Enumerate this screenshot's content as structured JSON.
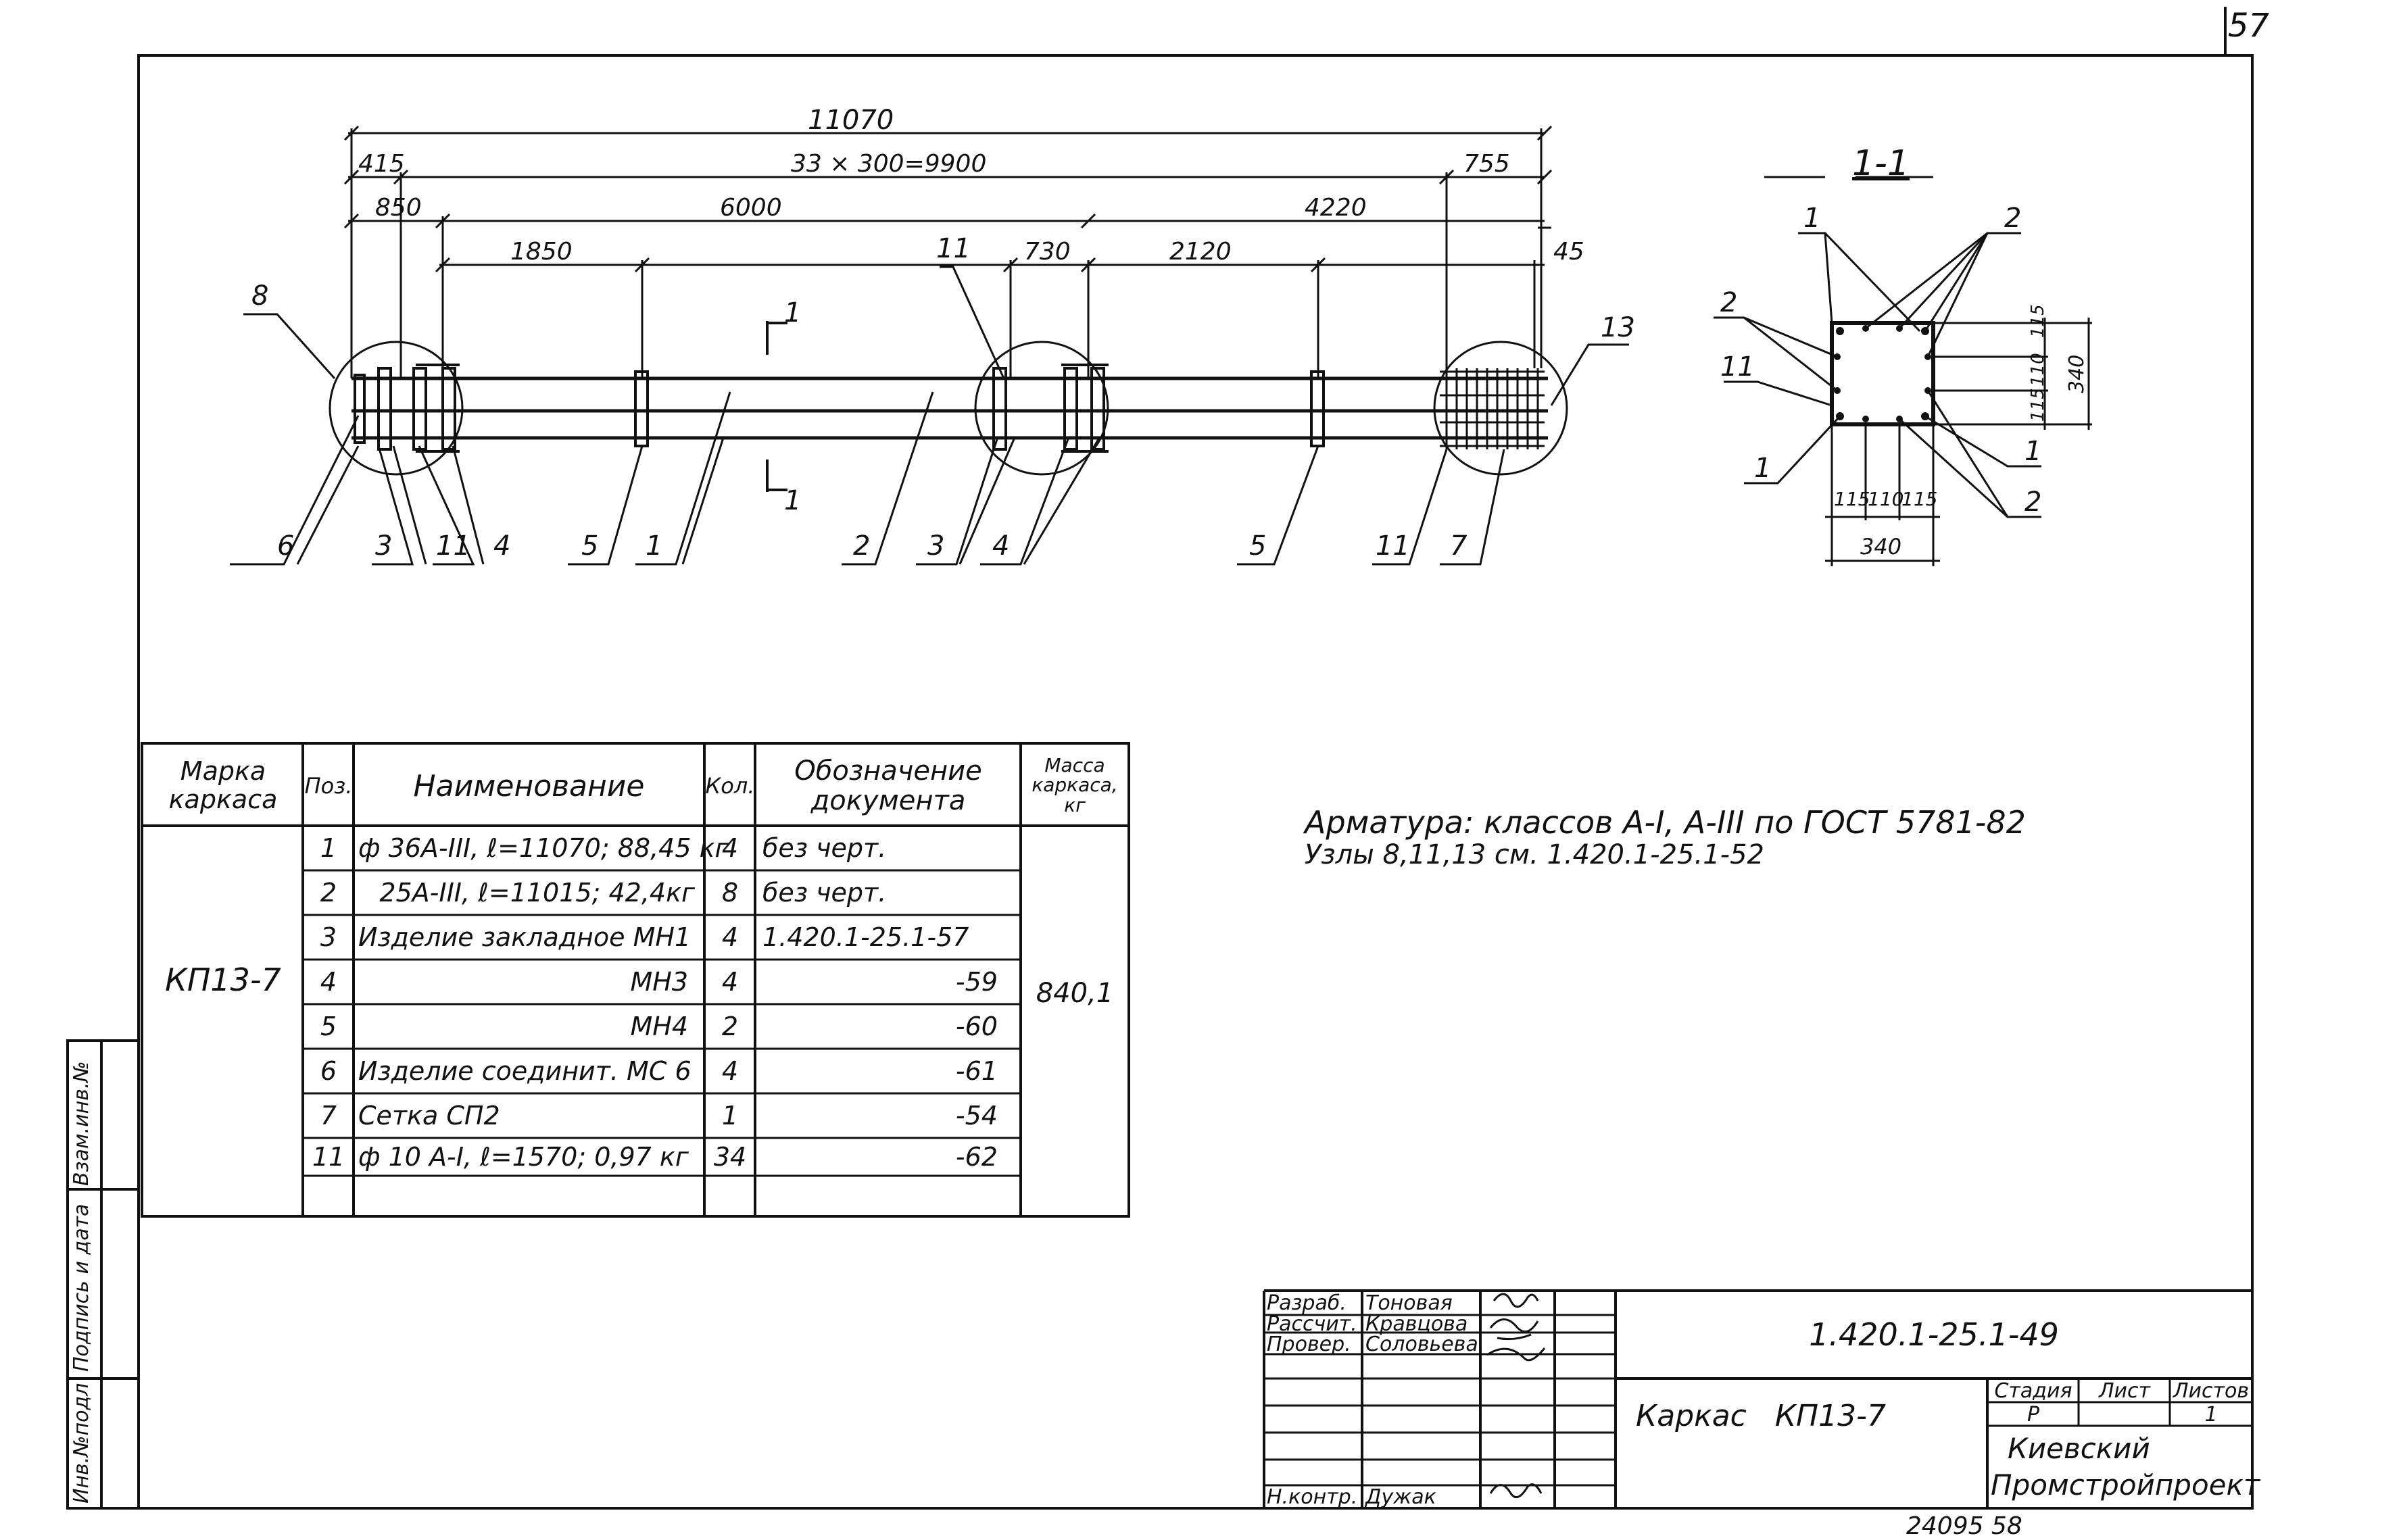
{
  "sheet": {
    "page_number": "57",
    "bottom_number": "24095 58",
    "side_stamp": [
      "Инв.№подл",
      "Подпись и дата",
      "Взам.инв.№"
    ]
  },
  "elevation": {
    "dims": {
      "overall": "11070",
      "left_top": "415",
      "pitch": "33 × 300=9900",
      "right_top": "755",
      "d850": "850",
      "d6000": "6000",
      "d4220": "4220",
      "d1850": "1850",
      "d730": "730",
      "d2120": "2120",
      "d45": "45"
    },
    "section_mark": "1",
    "callouts": {
      "c8": "8",
      "c11_top": "11",
      "c13": "13",
      "c6": "6",
      "c3a": "3",
      "c11a": "11",
      "c4a": "4",
      "c5a": "5",
      "c1": "1",
      "c2": "2",
      "c3b": "3",
      "c4b": "4",
      "c5b": "5",
      "c11b": "11",
      "c7": "7"
    }
  },
  "section": {
    "title": "1-1",
    "dims": {
      "d115a": "115",
      "d110": "110",
      "d115b": "115",
      "total": "340",
      "v115a": "115",
      "v110": "110",
      "v115b": "115",
      "vtotal": "340"
    },
    "callouts": {
      "c1_top": "1",
      "c2_top": "2",
      "c2_left": "2",
      "c11": "11",
      "c1_bot": "1",
      "c1_right": "1",
      "c2_right": "2"
    }
  },
  "notes": {
    "line1": "Арматура: классов А-I, А-III по ГОСТ 5781-82",
    "line2": "Узлы 8,11,13 см. 1.420.1-25.1-52"
  },
  "spec_table": {
    "headers": {
      "mark": "Марка каркаса",
      "pos": "Поз.",
      "name": "Наименование",
      "qty": "Кол.",
      "doc": "Обозначение документа",
      "mass": "Масса каркаса, кг"
    },
    "mark": "КП13-7",
    "mass": "840,1",
    "rows": [
      {
        "pos": "1",
        "name": "ф 36А-III, ℓ=11070; 88,45 кг",
        "qty": "4",
        "doc": "без черт."
      },
      {
        "pos": "2",
        "name": "25А-III, ℓ=11015; 42,4кг",
        "qty": "8",
        "doc": "без черт."
      },
      {
        "pos": "3",
        "name": "Изделие закладное МН1",
        "qty": "4",
        "doc": "1.420.1-25.1-57"
      },
      {
        "pos": "4",
        "name": "МН3",
        "qty": "4",
        "doc": "-59"
      },
      {
        "pos": "5",
        "name": "МН4",
        "qty": "2",
        "doc": "-60"
      },
      {
        "pos": "6",
        "name": "Изделие соединит. МС 6",
        "qty": "4",
        "doc": "-61"
      },
      {
        "pos": "7",
        "name": "Сетка СП2",
        "qty": "1",
        "doc": "-54"
      },
      {
        "pos": "11",
        "name": "ф 10 А-I, ℓ=1570; 0,97 кг",
        "qty": "34",
        "doc": "-62"
      }
    ]
  },
  "title_block": {
    "roles": [
      {
        "role": "Разраб.",
        "name": "Тоновая"
      },
      {
        "role": "Рассчит.",
        "name": "Кравцова"
      },
      {
        "role": "Провер.",
        "name": "Соловьева"
      },
      {
        "role": "Н.контр.",
        "name": "Дужак"
      }
    ],
    "designation": "1.420.1-25.1-49",
    "object_name": "Каркас   КП13-7",
    "stage_header": "Стадия",
    "sheet_header": "Лист",
    "sheets_header": "Листов",
    "stage": "Р",
    "sheets": "1",
    "org_line1": "Киевский",
    "org_line2": "Промстройпроект"
  }
}
